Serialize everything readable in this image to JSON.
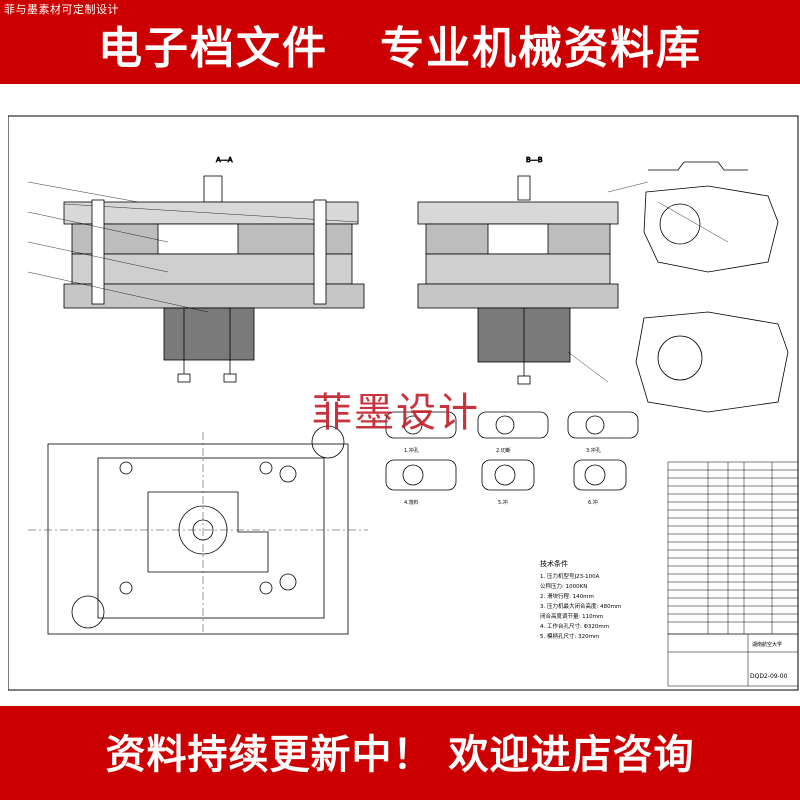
{
  "banner": {
    "shop_tag": "菲与墨素材可定制设计",
    "title": "电子档文件   专业机械资料库",
    "bottom_title": "资料持续更新中！ 欢迎进店咨询"
  },
  "watermark": "菲墨设计",
  "drawing": {
    "section_aa": "A—A",
    "section_bb": "B—B",
    "tech_title": "技术条件",
    "tech_lines": [
      "1. 压力机型号J23-100A",
      "   公称压力: 1000KN",
      "2. 滑块行程: 140mm",
      "3. 压力机最大闭合高度: 480mm",
      "   闭合高度调节量: 110mm",
      "4. 工作台孔尺寸: Φ320mm",
      "5. 模柄孔尺寸: 320mm"
    ],
    "step_labels": [
      "1.冲孔",
      "2.切断",
      "3.冲孔",
      "4.落料",
      "5.冲",
      "6.冲"
    ],
    "title_block_code": "DQD2-09-00",
    "title_block_school": "湖南航空大学",
    "colors": {
      "banner": "#cc0000",
      "line": "#000000",
      "watermark": "#c0202a"
    }
  }
}
